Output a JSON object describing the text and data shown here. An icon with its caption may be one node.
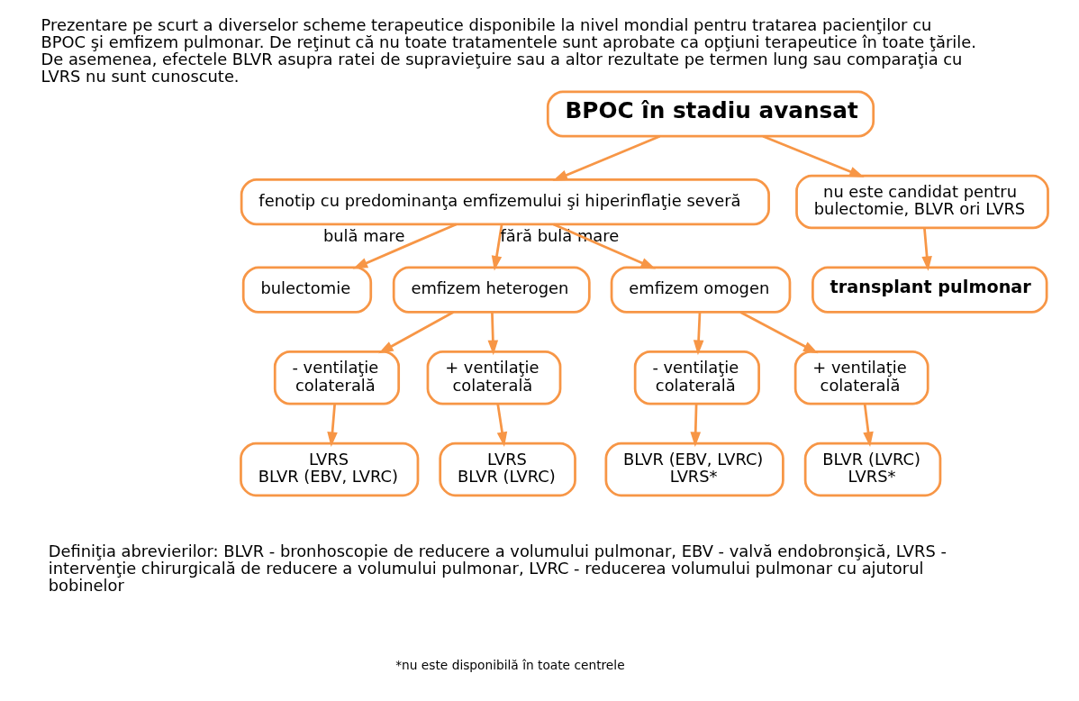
{
  "diagram": {
    "title": "Prezentare pe scurt a diverselor scheme terapeutice disponibile la nivel mondial pentru tratarea pacienţilor cu BPOC şi emfizem pulmonar. De reţinut că nu toate tratamentele sunt aprobate ca opţiuni terapeutice în toate ţările. De asemenea, efectele BLVR asupra ratei de supravieţuire sau a altor rezultate pe termen lung sau comparaţia cu LVRS nu sunt cunoscute.",
    "nodes": [
      {
        "text": [
          "BPOC în stadiu avansat"
        ]
      },
      {
        "text": [
          "fenotip cu predominanţa emfizemului şi hiperinflaţie severă"
        ]
      },
      {
        "text": [
          "nu este candidat pentru bulectomie, BLVR ori LVRS"
        ]
      },
      {
        "text": [
          "bulectomie"
        ]
      },
      {
        "text": [
          "emfizem heterogen"
        ]
      },
      {
        "text": [
          "emfizem omogen"
        ]
      },
      {
        "text": [
          "transplant pulmonar"
        ]
      },
      {
        "text": [
          "- ventilaţie colaterală"
        ]
      },
      {
        "text": [
          "+ ventilaţie colaterală"
        ]
      },
      {
        "text": [
          "- ventilaţie colaterală"
        ]
      },
      {
        "text": [
          "+ ventilaţie colaterală"
        ]
      },
      {
        "text": [
          "LVRS",
          "BLVR (EBV, LVRC)"
        ]
      },
      {
        "text": [
          "LVRS",
          "BLVR (LVRC)"
        ]
      },
      {
        "text": [
          "BLVR (EBV, LVRC)",
          "LVRS*"
        ]
      },
      {
        "text": [
          "BLVR (LVRC)",
          "LVRS*"
        ]
      }
    ],
    "edges": [
      {
        "from": 0,
        "to": 1,
        "arrow": "to"
      },
      {
        "from": 0,
        "to": 2,
        "arrow": "to"
      },
      {
        "from": 1,
        "to": 3,
        "arrow": "to",
        "label": "bulă mare"
      },
      {
        "from": 1,
        "to": 4,
        "arrow": "to",
        "label": "fără bulă mare"
      },
      {
        "from": 1,
        "to": 5,
        "arrow": "to"
      },
      {
        "from": 2,
        "to": 6,
        "arrow": "to"
      },
      {
        "from": 4,
        "to": 7,
        "arrow": "to"
      },
      {
        "from": 4,
        "to": 8,
        "arrow": "to"
      },
      {
        "from": 5,
        "to": 9,
        "arrow": "to"
      },
      {
        "from": 5,
        "to": 10,
        "arrow": "to"
      },
      {
        "from": 7,
        "to": 11,
        "arrow": "to"
      },
      {
        "from": 8,
        "to": 12,
        "arrow": "to"
      },
      {
        "from": 9,
        "to": 13,
        "arrow": "to"
      },
      {
        "from": 10,
        "to": 14,
        "arrow": "to"
      }
    ],
    "labels": [
      "Definiţia abrevierilor: BLVR - bronhoscopie de reducere a volumului pulmonar, EBV - valvă endobronşică, LVRS - intervenţie chirurgicală de reducere a volumului pulmonar, LVRC - reducerea volumului pulmonar cu ajutorul bobinelor",
      "*nu este disponibilă în toate centrele"
    ]
  }
}
